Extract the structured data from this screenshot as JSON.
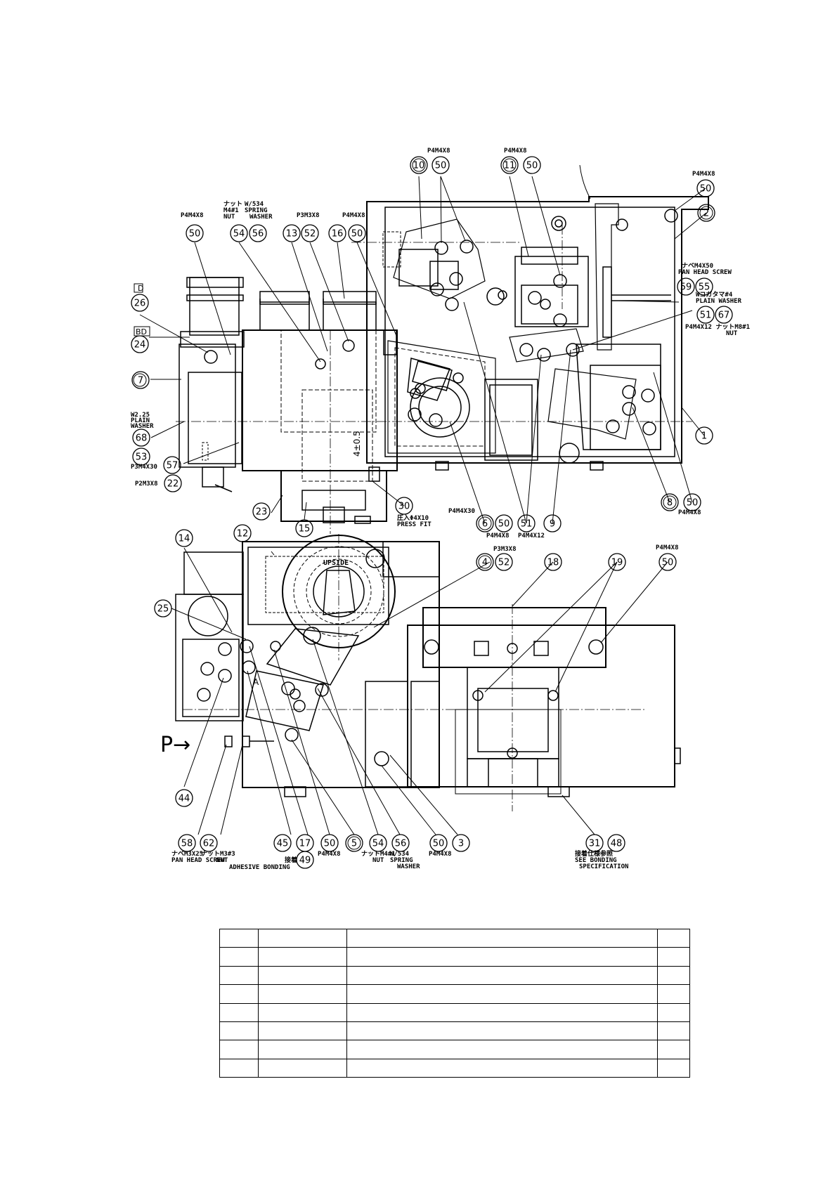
{
  "labels": {
    "p4m4x8": "P4M4X8",
    "p3m3x8": "P3M3X8",
    "p4m4x30": "P4M4X30",
    "p4m4x12": "P4M4X12",
    "p3m4x30": "P3M4X30",
    "p2m3x8": "P2M3X8",
    "nut_jp": "ナット",
    "nut_m4": "M4#1",
    "nut": "NUT",
    "spring_w": "W/534",
    "spring": "SPRING",
    "washer": "WASHER",
    "pan_head_jp": "ナベM4X50",
    "pan_head": "PAN HEAD SCREW",
    "plain_jp": "Wコガタマ#4",
    "plain_washer": "PLAIN WASHER",
    "p4m4x12_nut": "P4M4X12 ナットM8#1",
    "w25": "W2.25",
    "plain": "PLAIN",
    "washer2": "WASHER",
    "press_jp": "圧入Φ4X10",
    "press_fit": "PRESS FIT",
    "upside": "UPSIDE",
    "dim": "4±0.5",
    "view_D": "D",
    "view_BD": "BD",
    "section_A": "A",
    "arrow_P": "P→",
    "b58_jp": "ナベM3X25",
    "b58": "PAN HEAD SCREW",
    "b62_jp": "ナットM3#3",
    "b62": "NUT",
    "adh_jp": "接着",
    "adhesive": "ADHESIVE BONDING",
    "b54_jp": "ナットM4#1",
    "b54_nut": "NUT",
    "b56_w": "W/534",
    "b56_spring": "SPRING",
    "b56_washer": "WASHER",
    "bond_jp": "接着仕様参照",
    "see_bond": "SEE BONDING",
    "spec": "SPECIFICATION"
  },
  "balloons": [
    "10",
    "50",
    "11",
    "50",
    "50",
    "2",
    "54",
    "56",
    "13",
    "52",
    "16",
    "50",
    "50",
    "26",
    "24",
    "7",
    "59",
    "55",
    "51",
    "67",
    "1",
    "68",
    "53",
    "57",
    "22",
    "23",
    "15",
    "30",
    "6",
    "50",
    "51",
    "9",
    "8",
    "50",
    "14",
    "12",
    "4",
    "52",
    "18",
    "19",
    "50",
    "25",
    "44",
    "58",
    "62",
    "45",
    "17",
    "50",
    "5",
    "54",
    "56",
    "50",
    "3",
    "31",
    "48",
    "49"
  ],
  "table": {
    "rows": 8,
    "cols": 4
  }
}
